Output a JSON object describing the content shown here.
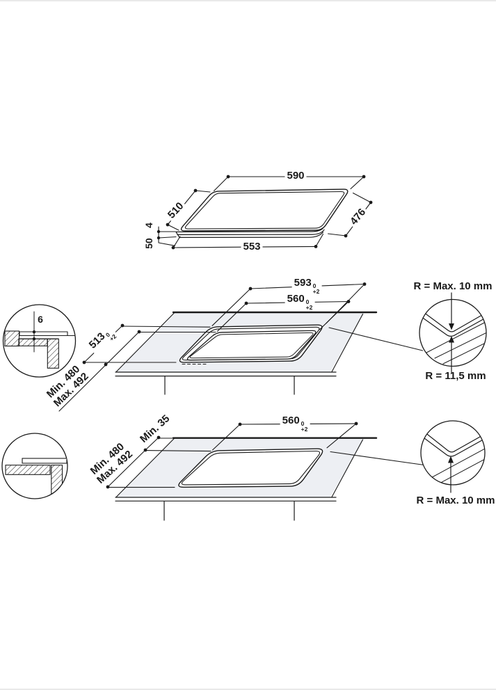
{
  "colors": {
    "ink": "#1a1a1a",
    "surface": "#edeff3",
    "paper": "#ffffff"
  },
  "top_view": {
    "width_label": "590",
    "left_depth_label": "510",
    "right_depth_label": "476",
    "front_width_label": "553",
    "glass_thickness_label": "4",
    "body_height_label": "50"
  },
  "flush_installation": {
    "recess_width": {
      "value": "593",
      "tol_upper": "0",
      "tol_lower": "+2"
    },
    "cutout_width": {
      "value": "560",
      "tol_upper": "0",
      "tol_lower": "+2"
    },
    "recess_depth": {
      "value": "513",
      "tol_upper": "0",
      "tol_lower": "+2"
    },
    "cabinet_depth_min": "Min. 480",
    "cabinet_depth_max": "Max. 492",
    "recess_thickness_label": "6",
    "corner_radius_cutout": "R = Max. 10 mm",
    "corner_radius_recess": "R = 11,5 mm"
  },
  "surface_installation": {
    "cutout_width": {
      "value": "560",
      "tol_upper": "0",
      "tol_lower": "+2"
    },
    "rear_clearance": "Min. 35",
    "cabinet_depth_min": "Min. 480",
    "cabinet_depth_max": "Max. 492",
    "corner_radius_cutout": "R = Max. 10 mm"
  }
}
